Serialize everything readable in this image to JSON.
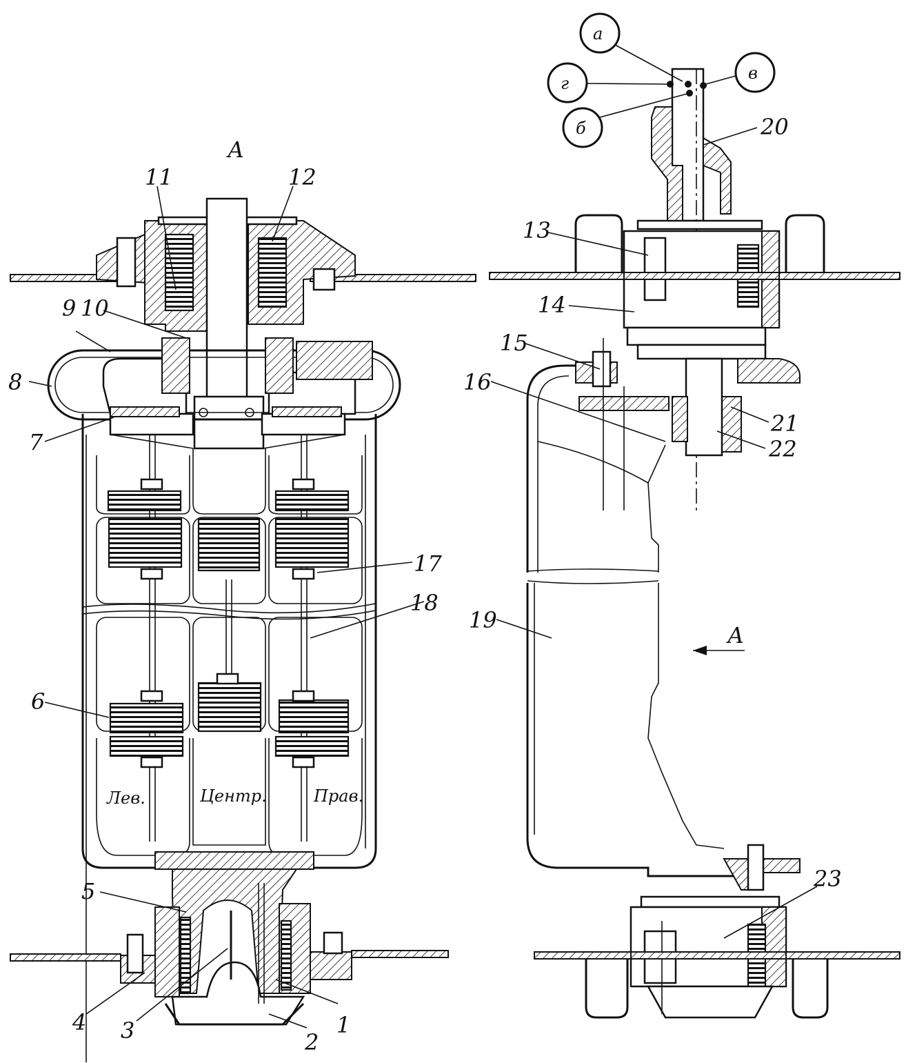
{
  "view_label": "А",
  "column_labels": {
    "left": "Лев.",
    "center": "Центр.",
    "right": "Прав."
  },
  "callouts": {
    "n1": "1",
    "n2": "2",
    "n3": "3",
    "n4": "4",
    "n5": "5",
    "n6": "6",
    "n7": "7",
    "n8": "8",
    "n9": "9",
    "n10": "10",
    "n11": "11",
    "n12": "12",
    "n13": "13",
    "n14": "14",
    "n15": "15",
    "n16": "16",
    "n17": "17",
    "n18": "18",
    "n19": "19",
    "n20": "20",
    "n21": "21",
    "n22": "22",
    "n23": "23"
  },
  "circle_labels": {
    "a": "а",
    "b": "б",
    "v": "в",
    "g": "г"
  },
  "arrow_label": "А"
}
